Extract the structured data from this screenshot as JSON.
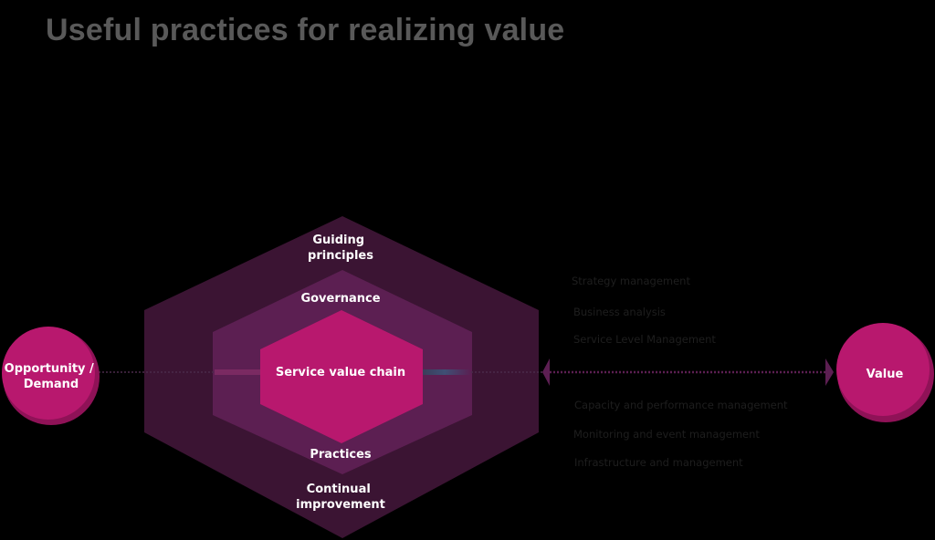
{
  "title": "Useful practices for realizing value",
  "colors": {
    "outer_hexagon": "#3b1433",
    "middle_hexagon": "#5c1f52",
    "inner_hexagon": "#b8186e",
    "circle": "#b8186e",
    "circle_shadow": "#8f1257",
    "arrow": "#5c1f52",
    "practice_text": "#1e1e1e",
    "title_text": "#595959"
  },
  "diagram": {
    "input": "Opportunity / Demand",
    "output": "Value",
    "layers": {
      "outer_top": "Guiding principles",
      "outer_bottom": "Continual improvement",
      "middle_top": "Governance",
      "middle_bottom": "Practices",
      "core": "Service value chain"
    }
  },
  "practices": [
    "Strategy management",
    "Business analysis",
    "Service Level Management",
    "Capacity and performance management",
    "Monitoring and event management",
    "Infrastructure and management"
  ]
}
